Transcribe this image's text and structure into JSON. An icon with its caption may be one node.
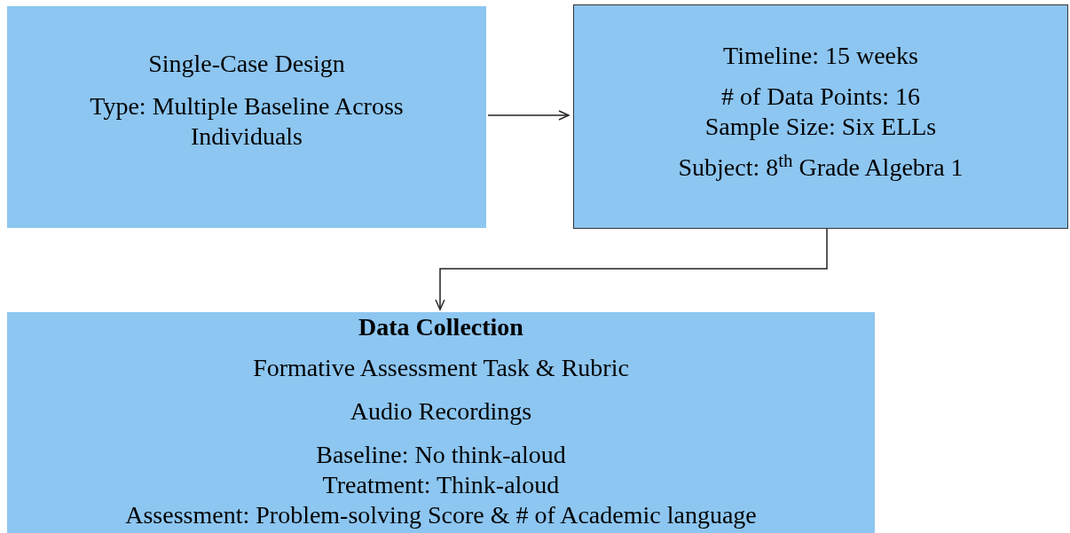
{
  "diagram": {
    "nodes": [
      {
        "text": [
          "Single-Case Design",
          "Type: Multiple Baseline Across Individuals"
        ]
      },
      {
        "text": [
          "Timeline: 15 weeks",
          "# of Data Points: 16",
          "Sample Size: Six ELLs",
          "Subject: 8$^{th}$ Grade Algebra 1"
        ]
      },
      {
        "text": [
          "Data Collection",
          "Formative Assessment Task & Rubric",
          "Audio Recordings",
          "Baseline: No think-aloud",
          "Treatment: Think-aloud",
          "Assessment: Problem-solving Score & # of Academic language"
        ]
      }
    ],
    "edges": [
      {
        "from": 0,
        "to": 1,
        "arrow": "to"
      },
      {
        "from": 1,
        "to": 2,
        "arrow": "to"
      }
    ]
  }
}
